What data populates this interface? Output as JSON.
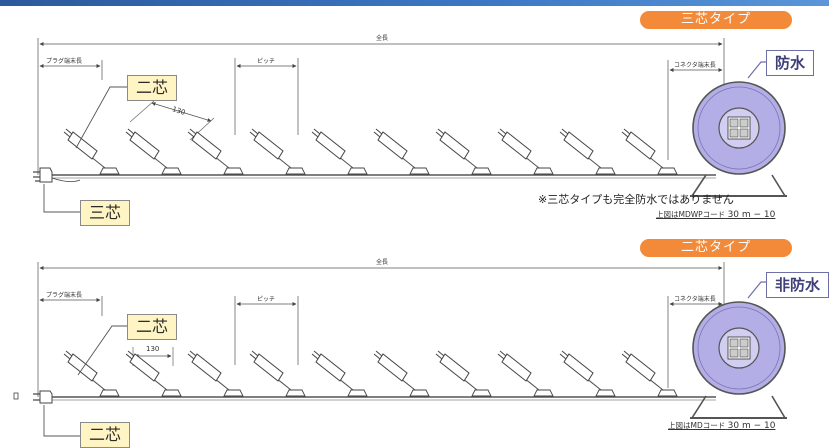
{
  "colors": {
    "top_bar": "#2c5a9c",
    "pill": "#f28a3a",
    "reel": "#b3aee6",
    "label_box": "#fff4c4",
    "badge_border": "#6f6fa8"
  },
  "sections": [
    {
      "pill_label": "三芯タイプ",
      "badge_label": "防水",
      "overall_length_label": "全長",
      "plug_length_label": "プラグ端末長",
      "pitch_label": "ピッチ",
      "connector_length_label": "コネクタ端末長",
      "branch_label": "二芯",
      "branch_dimension": "130",
      "plug_label": "三芯",
      "note": "※三芯タイプも完全防水ではありません",
      "ref_prefix": "上図はMDWPコード",
      "ref_value": "30 m − 10"
    },
    {
      "pill_label": "二芯タイプ",
      "badge_label": "非防水",
      "overall_length_label": "全長",
      "plug_length_label": "プラグ端末長",
      "pitch_label": "ピッチ",
      "connector_length_label": "コネクタ端末長",
      "branch_label": "二芯",
      "branch_dimension": "130",
      "plug_label": "二芯",
      "ref_prefix": "上図はMDコード",
      "ref_value": "30 m − 10"
    }
  ]
}
